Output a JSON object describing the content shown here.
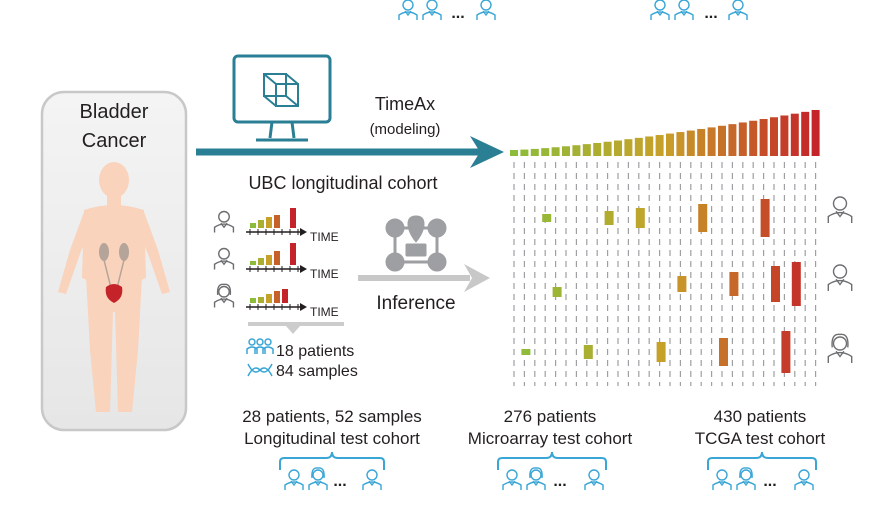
{
  "subject": {
    "line1": "Bladder",
    "line2": "Cancer"
  },
  "model": {
    "name": "TimeAx",
    "role": "(modeling)"
  },
  "training_cohort": {
    "title": "UBC longitudinal cohort",
    "time_label": "TIME",
    "patients": "18 patients",
    "samples": "84 samples"
  },
  "inference_label": "Inference",
  "ellipsis": "...",
  "test_cohorts": [
    {
      "count": "28 patients, 52 samples",
      "name": "Longitudinal test cohort"
    },
    {
      "count": "276 patients",
      "name": "Microarray test cohort"
    },
    {
      "count": "430 patients",
      "name": "TCGA test cohort"
    }
  ],
  "colors": {
    "teal": "#2a7f95",
    "light_blue": "#3aa6d6",
    "gray": "#bdbdbd",
    "dark_gray": "#6d6e71",
    "skin": "#f9d3bc",
    "organ": "#c4232a",
    "bar_start": "#8cbd3a",
    "bar_end": "#c4232a"
  },
  "icons": [
    "computer-model-icon",
    "network-inference-icon",
    "person-icon",
    "body-silhouette-icon",
    "kidney-icon",
    "bladder-icon",
    "dna-icon",
    "people-group-icon"
  ]
}
